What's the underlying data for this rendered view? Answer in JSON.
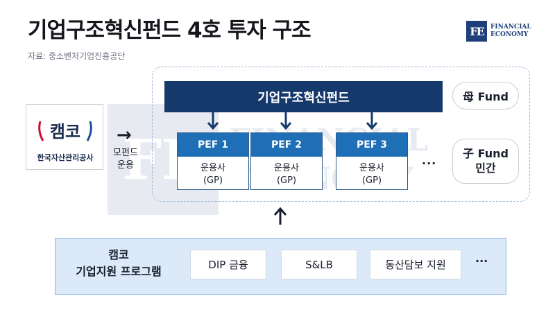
{
  "title": "기업구조혁신펀드 4호 투자 구조",
  "source": "자료: 중소벤처기업진흥공단",
  "brand": {
    "mark": "FE",
    "line1": "FINANCIAL",
    "line2": "ECONOMY",
    "color": "#1f3f7a"
  },
  "kamco": {
    "logo_text": "캠코",
    "name": "한국자산관리공사"
  },
  "arrow_label": "모펀드\n운용",
  "main_fund": "기업구조혁신펀드",
  "mother_badge": "母 Fund",
  "pefs": [
    {
      "name": "PEF 1",
      "manager": "운용사\n(GP)"
    },
    {
      "name": "PEF 2",
      "manager": "운용사\n(GP)"
    },
    {
      "name": "PEF 3",
      "manager": "운용사\n(GP)"
    }
  ],
  "pef_more": "···",
  "child_badge": "子 Fund\n민간",
  "program": {
    "title": "캠코\n기업지원 프로그램",
    "items": [
      "DIP 금융",
      "S&LB",
      "동산담보 지원"
    ],
    "more": "···"
  },
  "colors": {
    "main_fund": "#16396b",
    "pef_header": "#1f6fb6",
    "program_bg": "#dbe9f8",
    "kamco_red": "#c8102e",
    "kamco_blue": "#1b4d9c"
  }
}
